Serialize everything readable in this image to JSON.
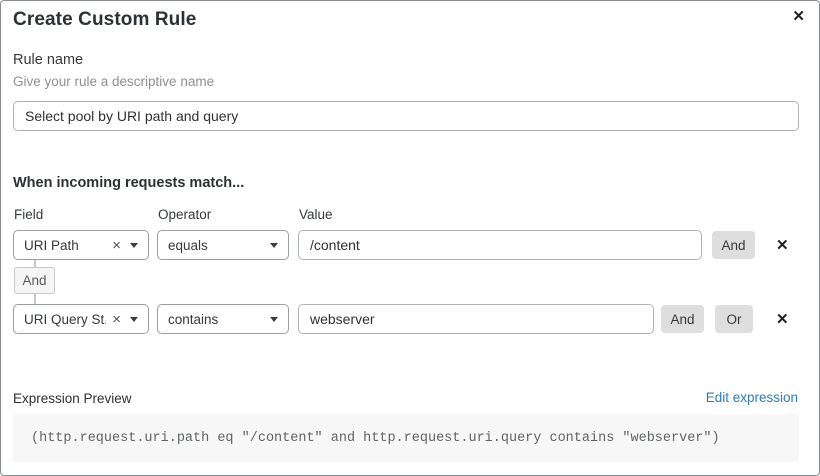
{
  "dialog": {
    "title": "Create Custom Rule"
  },
  "icons": {
    "close": "✕",
    "clear": "×",
    "row_delete": "✕",
    "chevron_down": "▾"
  },
  "rule_name": {
    "label": "Rule name",
    "hint": "Give your rule a descriptive name",
    "value": "Select pool by URI path and query"
  },
  "matcher": {
    "heading": "When incoming requests match...",
    "columns": {
      "field": "Field",
      "operator": "Operator",
      "value": "Value"
    },
    "connector": "And",
    "rows": [
      {
        "field": "URI Path",
        "operator": "equals",
        "value": "/content",
        "and_label": "And"
      },
      {
        "field": "URI Query St...",
        "operator": "contains",
        "value": "webserver",
        "and_label": "And",
        "or_label": "Or"
      }
    ]
  },
  "expression": {
    "label": "Expression Preview",
    "edit_link": "Edit expression",
    "code": "(http.request.uri.path eq \"/content\" and http.request.uri.query contains \"webserver\")"
  },
  "colors": {
    "link_blue": "#2f7cb6",
    "button_gray": "#dedede",
    "code_background": "#f7f7f7",
    "border_gray": "#9c9fa1",
    "text_dark": "#2d3133",
    "text_muted": "#8e9192"
  }
}
